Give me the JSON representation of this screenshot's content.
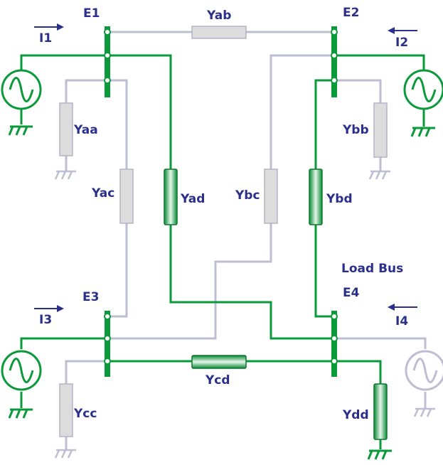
{
  "buses": {
    "e1": "E1",
    "e2": "E2",
    "e3": "E3",
    "e4": "E4"
  },
  "currents": {
    "i1": "I1",
    "i2": "I2",
    "i3": "I3",
    "i4": "I4"
  },
  "admittances": {
    "yab": "Yab",
    "yaa": "Yaa",
    "ybb": "Ybb",
    "yac": "Yac",
    "yad": "Yad",
    "ybc": "Ybc",
    "ybd": "Ybd",
    "ycd": "Ycd",
    "ycc": "Ycc",
    "ydd": "Ydd"
  },
  "load_bus_label": "Load Bus",
  "colors": {
    "active": "#0a9a3a",
    "inactive": "#bdbdd4",
    "label": "#2b2f8c",
    "grey_element": "#dcdcdc"
  }
}
